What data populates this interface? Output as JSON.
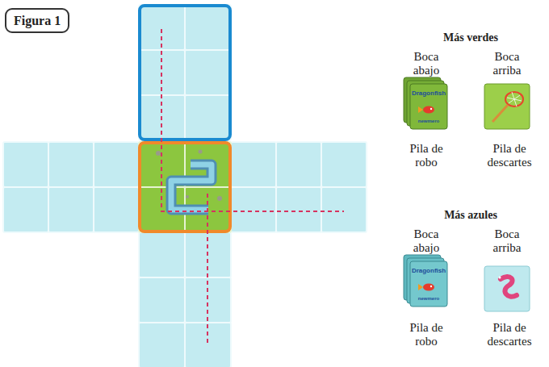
{
  "diagram": {
    "nodes": [
      {
        "text": [
          "Figura 1"
        ]
      }
    ],
    "labels": [
      "Más verdes",
      "Boca abajo",
      "Boca arriba",
      "Dragonfish",
      "newmero",
      "Pila de robo",
      "Pila de descartes",
      "Más azules",
      "Boca abajo",
      "Boca arriba",
      "Dragonfish",
      "newmero",
      "Pila de robo",
      "Pila de descartes"
    ]
  }
}
